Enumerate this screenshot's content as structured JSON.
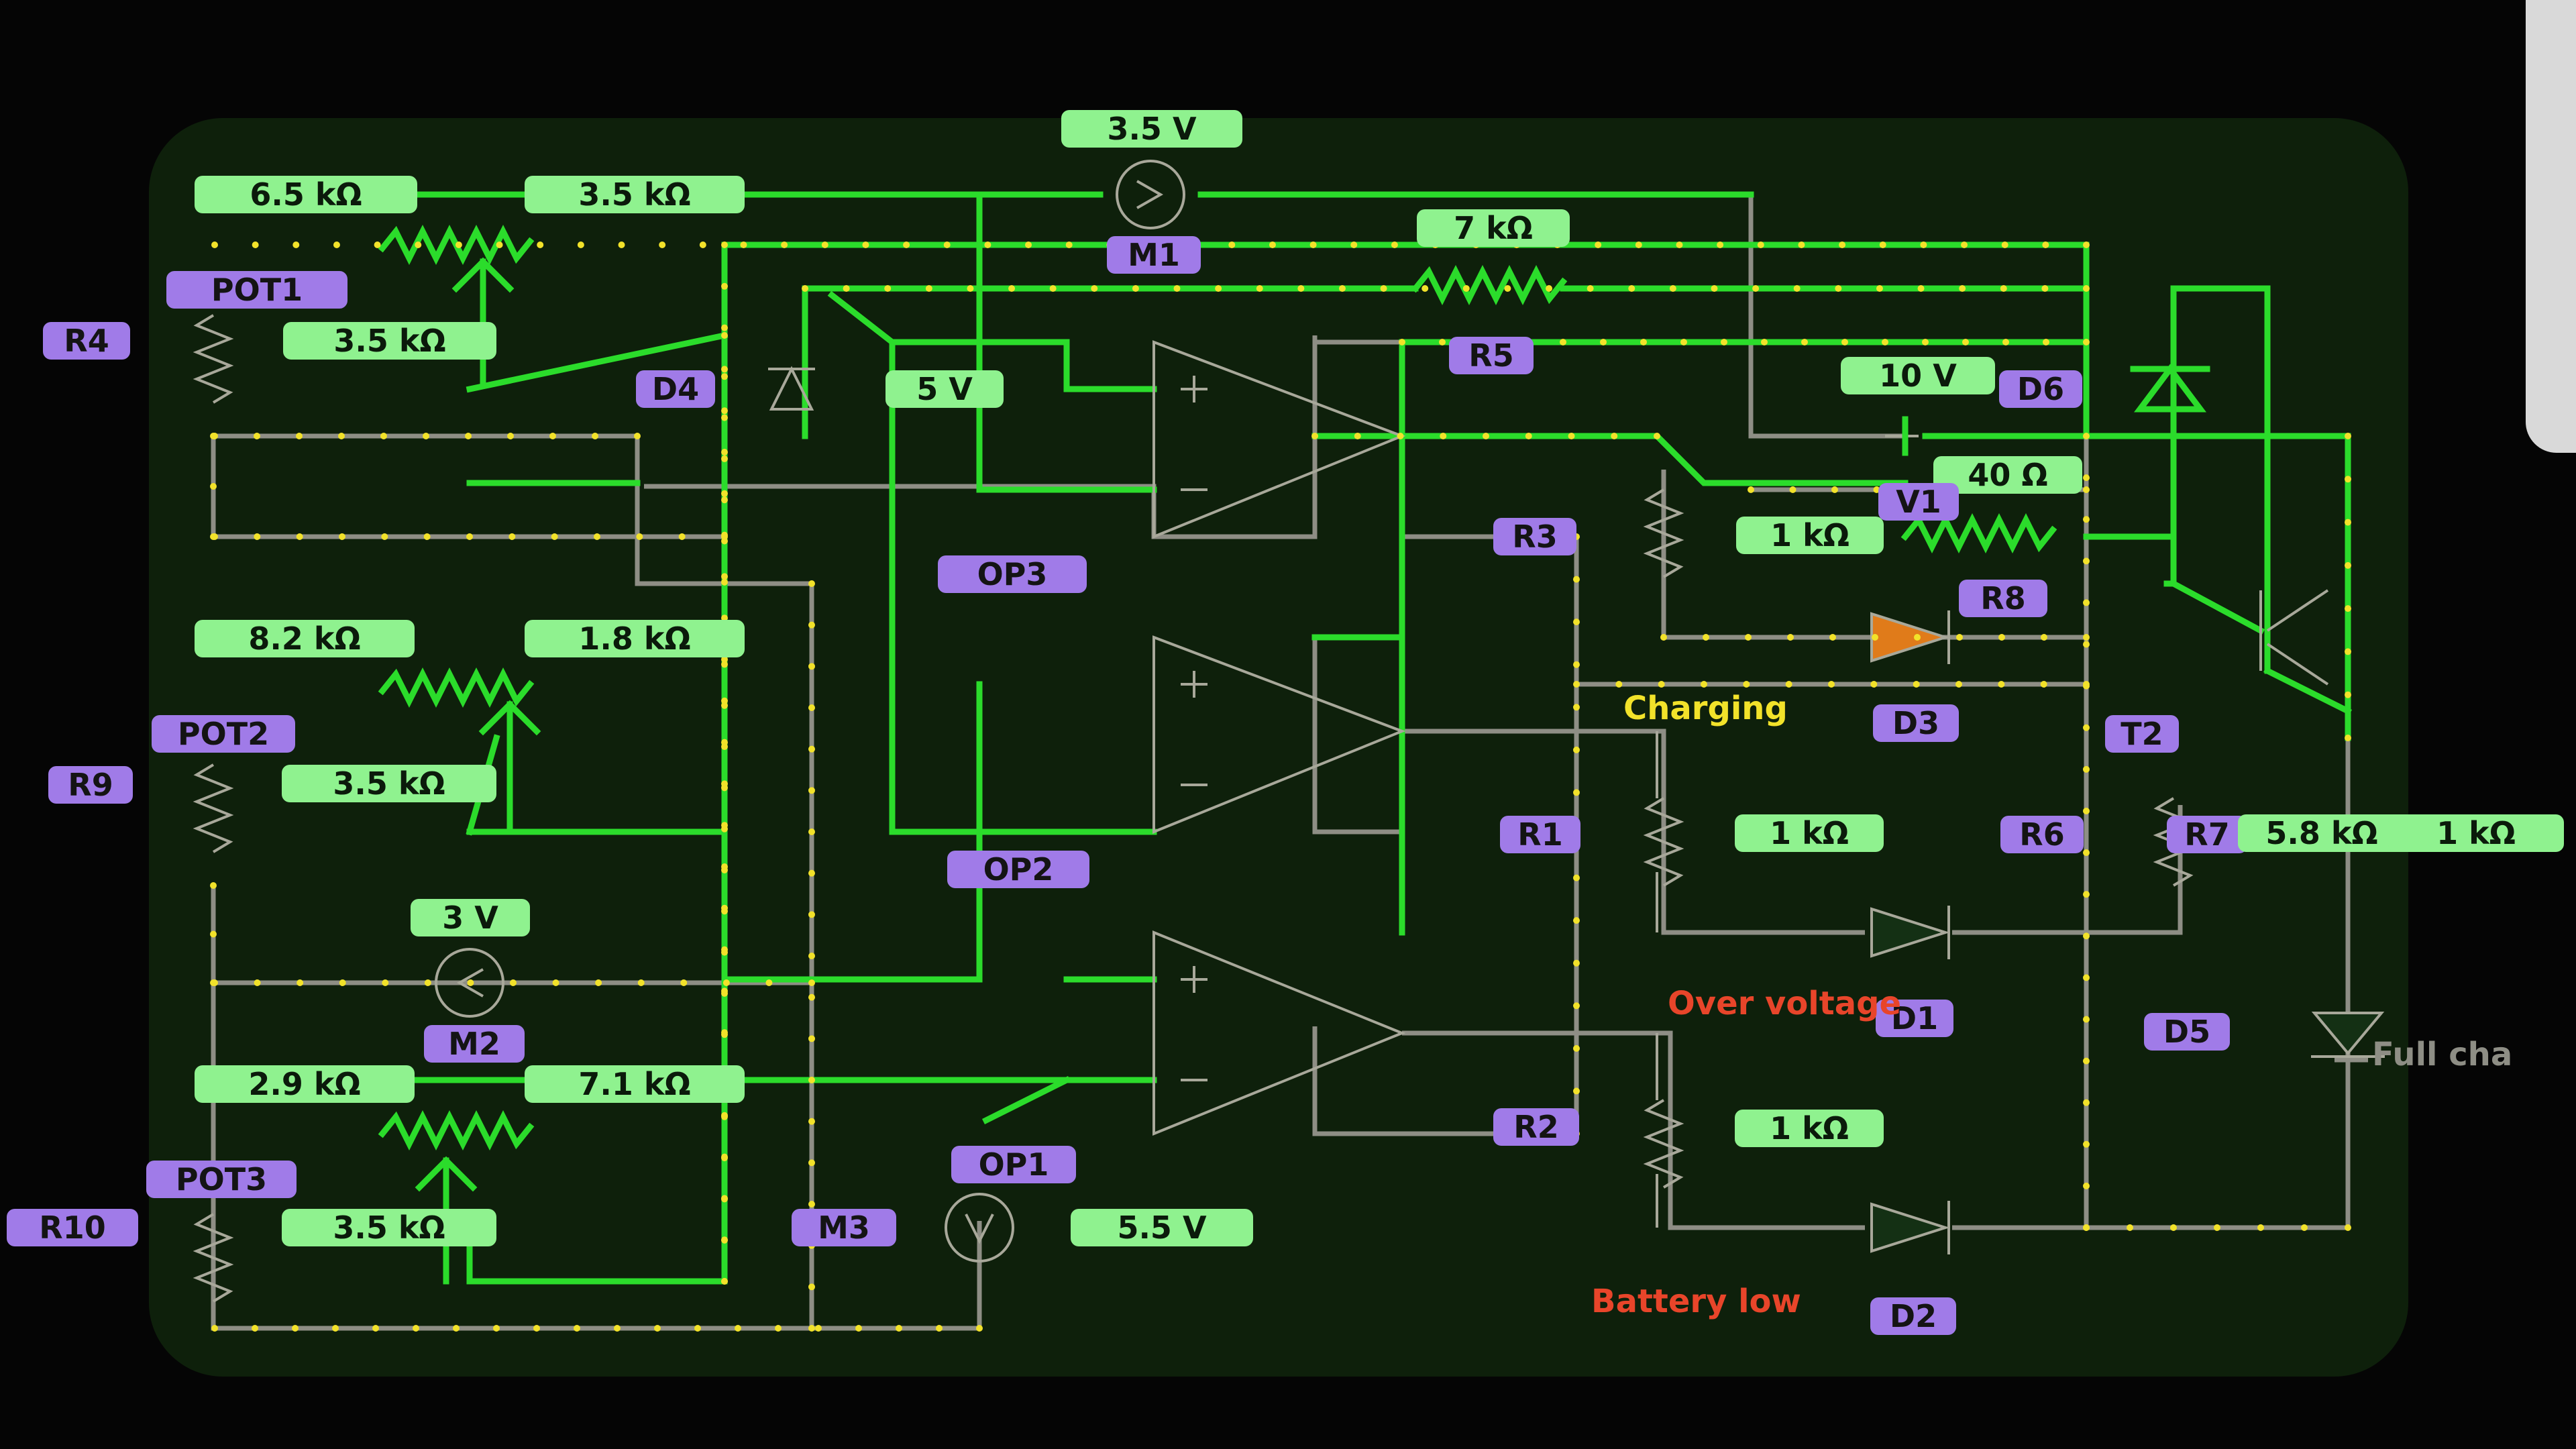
{
  "colors": {
    "board": "#0e200b",
    "wire_active": "#2bdc2b",
    "wire_idle": "#8e8e85",
    "value_chip": "#8ff28f",
    "name_chip": "#a07be8",
    "node_dot": "#f2e22a",
    "label_charging": "#f2e22a",
    "label_alert": "#e8452a"
  },
  "component_names": {
    "pot1": "POT1",
    "pot2": "POT2",
    "pot3": "POT3",
    "r4": "R4",
    "r9": "R9",
    "r10": "R10",
    "d4": "D4",
    "d6": "D6",
    "m1": "M1",
    "m2": "M2",
    "m3": "M3",
    "op1": "OP1",
    "op2": "OP2",
    "op3": "OP3",
    "r1": "R1",
    "r2": "R2",
    "r3": "R3",
    "r5": "R5",
    "r6": "R6",
    "r7": "R7",
    "r8": "R8",
    "d1": "D1",
    "d2": "D2",
    "d3": "D3",
    "d5": "D5",
    "t2": "T2",
    "v1": "V1"
  },
  "component_values": {
    "pot1_a": "6.5 kΩ",
    "pot1_b": "3.5 kΩ",
    "r4": "3.5 kΩ",
    "pot2_a": "8.2 kΩ",
    "pot2_b": "1.8 kΩ",
    "r9": "3.5 kΩ",
    "pot3_a": "2.9 kΩ",
    "pot3_b": "7.1 kΩ",
    "r10": "3.5 kΩ",
    "m1": "3.5 V",
    "d4": "5 V",
    "r5": "7 kΩ",
    "m2": "3 V",
    "m3": "5.5 V",
    "d6": "10 V",
    "v1": "40 Ω",
    "r3": "1 kΩ",
    "r1": "1 kΩ",
    "r2": "1 kΩ",
    "r7": "5.8 kΩ",
    "r6": "1 kΩ"
  },
  "status_labels": {
    "charging": "Charging",
    "over_voltage": "Over voltage",
    "battery_low": "Battery low",
    "full_charge": "Full cha"
  }
}
